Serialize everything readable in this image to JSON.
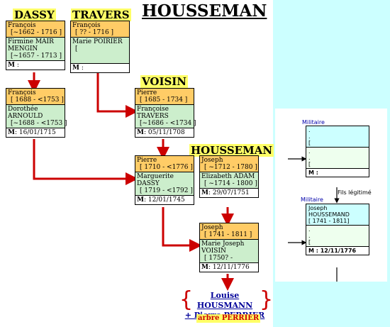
{
  "title": "HOUSSEMAN",
  "families": {
    "dassy": "DASSY",
    "travers": "TRAVERS",
    "voisin": "VOISIN",
    "housseman": "HOUSSEMAN"
  },
  "cards": {
    "c1": {
      "m_name": "François",
      "m_dates": "[~1662 - 1716 ]",
      "f_name": "Firmine MAIR MENGIN",
      "f_dates": "[~1657 - 1713 ]",
      "marriage": ""
    },
    "c2": {
      "m_name": "François",
      "m_dates": "[ ?? - 1716 ]",
      "f_name": "Marie POIRIER",
      "f_dates": "[",
      "marriage": ""
    },
    "c3": {
      "m_name": "François",
      "m_dates": "[ 1688 - <1753 ]",
      "f_name": "Dorothée ARNOULD",
      "f_dates": "[~1688 - <1753 ]",
      "marriage": ": 16/01/1715"
    },
    "c4": {
      "m_name": "Pierre",
      "m_dates": "[ 1685 - 1734 ]",
      "f_name": "Françoise TRAVERS",
      "f_dates": "[~1686 - <1734 ]",
      "marriage": ": 05/11/1708"
    },
    "c5": {
      "m_name": "Pierre",
      "m_dates": "[ 1710 - <1776 ]",
      "f_name": "Marguerite DASSY",
      "f_dates": "[ 1719 - <1792 ]",
      "marriage": ": 12/01/1745"
    },
    "c6": {
      "m_name": "Joseph",
      "m_dates": "[ ~1712 - 1780 ]",
      "f_name": "Elizabeth ADAM",
      "f_dates": "[ ~1714 - 1800 ]",
      "marriage": ": 29/07/1751"
    },
    "c7": {
      "m_name": "Joseph",
      "m_dates": "[ 1741 - 1811 ]",
      "f_name": "Marie Joseph VOISIN",
      "f_dates": "[ 1750? -",
      "marriage": ": 12/11/1776"
    }
  },
  "marriage_key": "M",
  "bottom": {
    "link1": "Louise HOUSMANN",
    "link2": "+ Pierre PERRIER",
    "arbre": "arbre PERRIER",
    "brace_left": "{",
    "brace_right": "}"
  },
  "side": {
    "label1": "Militaire",
    "label2": "Militaire",
    "legit": "Fils légitimé",
    "card1": {
      "a1": ".",
      "a2": ".",
      "a3": "[",
      "b1": ".",
      "b2": ".",
      "b3": "[",
      "m": "M :"
    },
    "card2": {
      "a1": "Joseph",
      "a2": "HOUSSEMAND",
      "a3": "[ 1741 - 1811]",
      "b1": ".",
      "b2": ".",
      "b3": "[",
      "m": "M : 12/11/1776"
    }
  }
}
